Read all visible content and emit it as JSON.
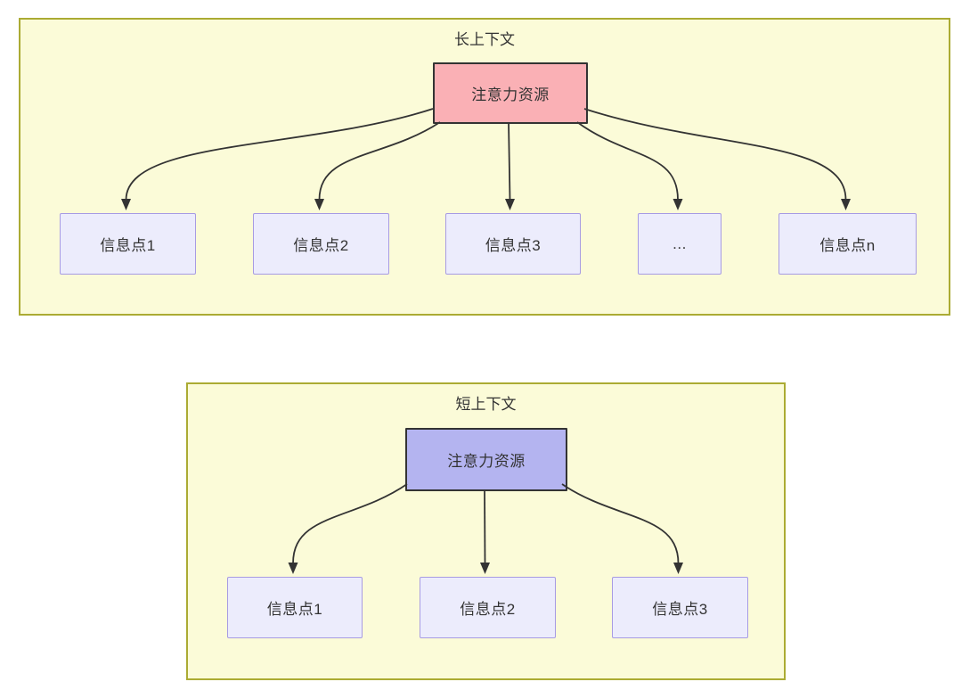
{
  "top_section": {
    "title": "长上下文",
    "root_label": "注意力资源",
    "children": [
      {
        "label": "信息点1"
      },
      {
        "label": "信息点2"
      },
      {
        "label": "信息点3"
      },
      {
        "label": "..."
      },
      {
        "label": "信息点n"
      }
    ]
  },
  "bottom_section": {
    "title": "短上下文",
    "root_label": "注意力资源",
    "children": [
      {
        "label": "信息点1"
      },
      {
        "label": "信息点2"
      },
      {
        "label": "信息点3"
      }
    ]
  },
  "colors": {
    "section_fill": "#FBFBD8",
    "section_border": "#ABAB33",
    "long_root_fill": "#FAB0B5",
    "short_root_fill": "#B4B4F0",
    "root_border": "#333333",
    "child_fill": "#ECECFC",
    "child_border": "#A79BE3",
    "arrow": "#333333",
    "text": "#333333"
  }
}
